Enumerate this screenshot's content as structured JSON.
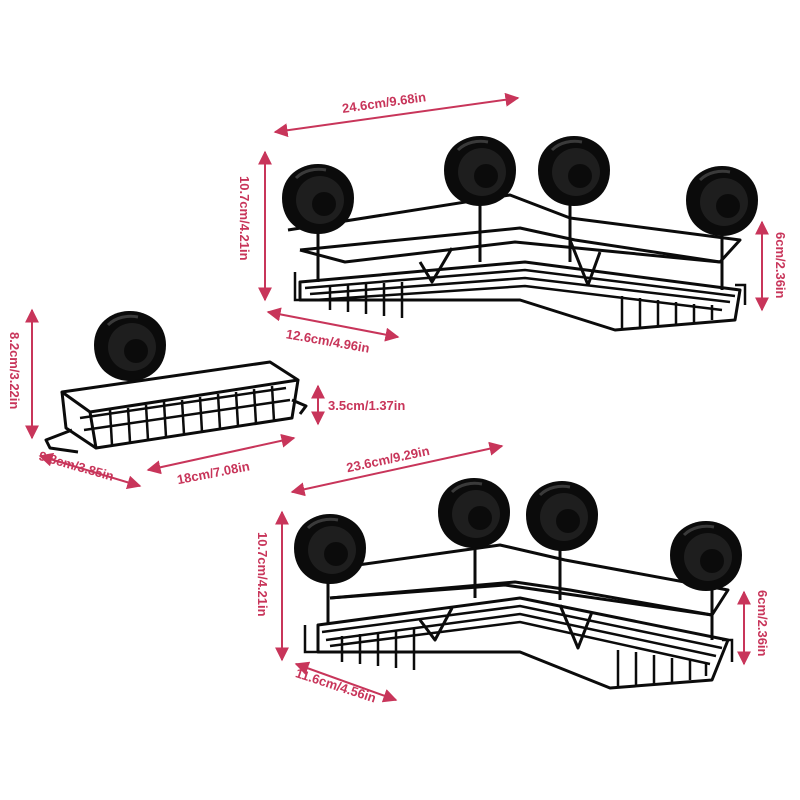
{
  "colors": {
    "dimension": "#c8355a",
    "product": "#0b0b0b",
    "background": "#ffffff"
  },
  "top_corner_shelf": {
    "width": "24.6cm/9.68in",
    "height": "10.7cm/4.21in",
    "side": "12.6cm/4.96in",
    "basket_height": "6cm/2.36in"
  },
  "soap_dish": {
    "height": "8.2cm/3.22in",
    "basket_height": "3.5cm/1.37in",
    "depth": "9.8cm/3.85in",
    "width": "18cm/7.08in"
  },
  "bottom_corner_shelf": {
    "width": "23.6cm/9.29in",
    "height": "10.7cm/4.21in",
    "side": "11.6cm/4.56in",
    "basket_height": "6cm/2.36in"
  }
}
